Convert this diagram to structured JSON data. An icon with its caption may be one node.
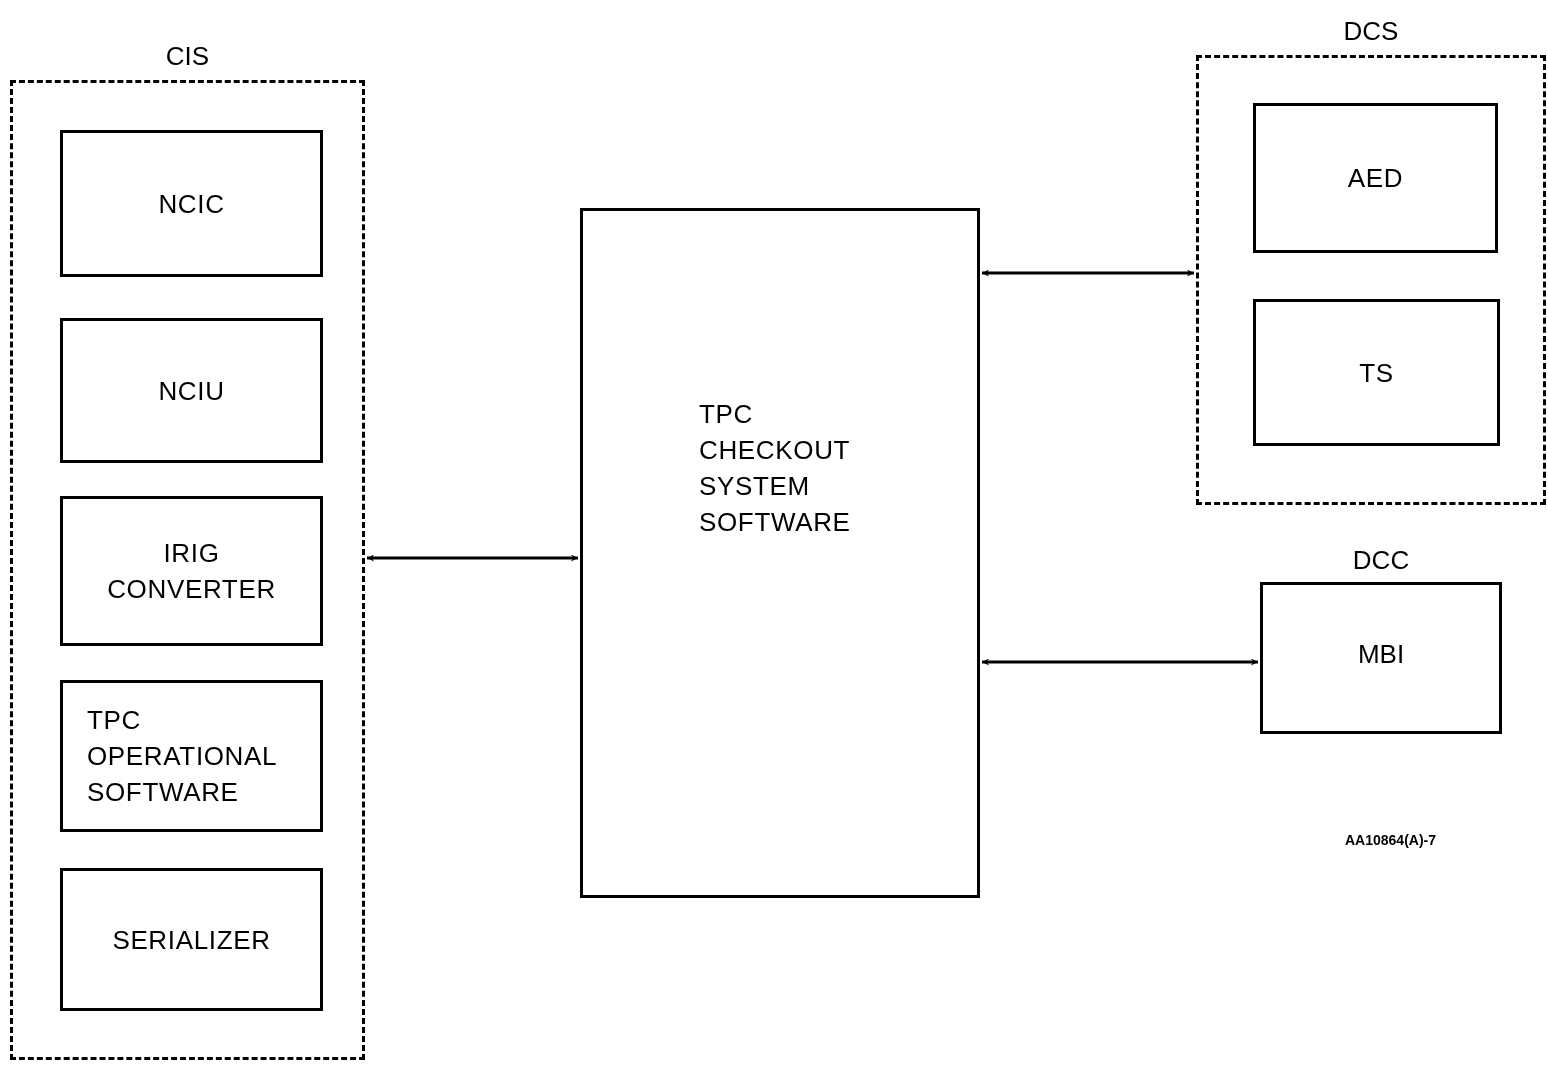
{
  "diagram": {
    "nodes": [
      {
        "text": [
          "CIS"
        ]
      },
      {
        "text": [
          "NCIC"
        ],
        "in": 0
      },
      {
        "text": [
          "NCIU"
        ],
        "in": 0
      },
      {
        "text": [
          "IRIG CONVERTER"
        ],
        "in": 0
      },
      {
        "text": [
          "TPC OPERATIONAL SOFTWARE"
        ],
        "in": 0
      },
      {
        "text": [
          "SERIALIZER"
        ],
        "in": 0
      },
      {
        "text": [
          "TPC CHECKOUT SYSTEM SOFTWARE"
        ]
      },
      {
        "text": [
          "DCS"
        ]
      },
      {
        "text": [
          "AED"
        ],
        "in": 7
      },
      {
        "text": [
          "TS"
        ],
        "in": 7
      },
      {
        "text": [
          "DCC",
          "MBI"
        ]
      }
    ],
    "edges": [
      {
        "from": 0,
        "to": 6,
        "arrow": "both"
      },
      {
        "from": 6,
        "to": 7,
        "arrow": "both"
      },
      {
        "from": 6,
        "to": 10,
        "arrow": "both"
      }
    ],
    "labels": [
      "AA10864(A)-7"
    ]
  }
}
